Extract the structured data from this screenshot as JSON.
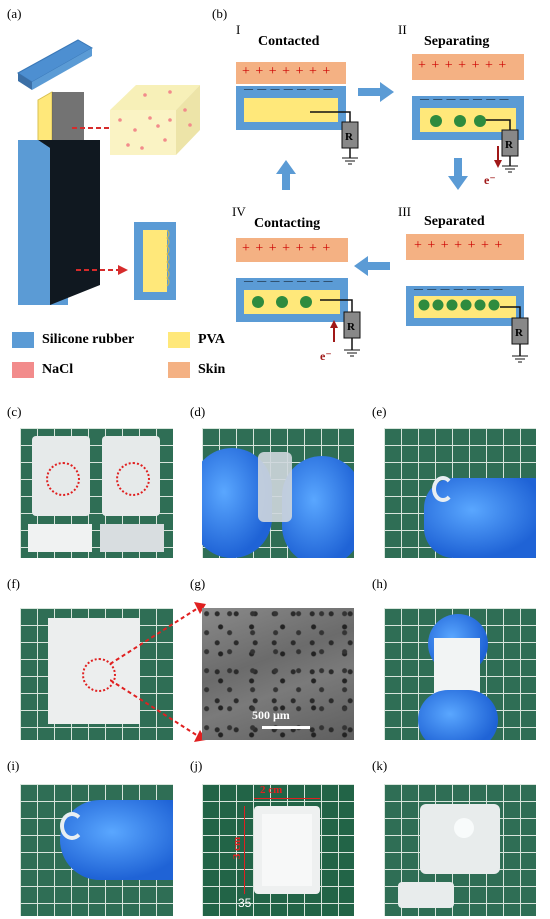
{
  "panels": {
    "a": "(a)",
    "b": "(b)",
    "c": "(c)",
    "d": "(d)",
    "e": "(e)",
    "f": "(f)",
    "g": "(g)",
    "h": "(h)",
    "i": "(i)",
    "j": "(j)",
    "k": "(k)"
  },
  "stages": {
    "I": {
      "roman": "I",
      "title": "Contacted"
    },
    "II": {
      "roman": "II",
      "title": "Separating"
    },
    "III": {
      "roman": "III",
      "title": "Separated"
    },
    "IV": {
      "roman": "IV",
      "title": "Contacting"
    }
  },
  "symbols": {
    "plus_row": "+ + + + + + +",
    "minus_row": "— — — — — — —",
    "resistor": "R",
    "electron": "e⁻"
  },
  "legend": {
    "silicone": "Silicone rubber",
    "pva": "PVA",
    "nacl": "NaCl",
    "skin": "Skin"
  },
  "colors": {
    "silicone": "#5b9bd5",
    "pva": "#ffe87a",
    "nacl": "#f28b8b",
    "skin": "#f4b183",
    "arrow": "#5b9bd5",
    "red_arrow": "#d62b2b",
    "ion": "#2e8b3e"
  },
  "annotations": {
    "scale_bar": "500 μm",
    "width_dim": "2 cm",
    "height_dim": "3 cm",
    "ruler_number": "35"
  }
}
